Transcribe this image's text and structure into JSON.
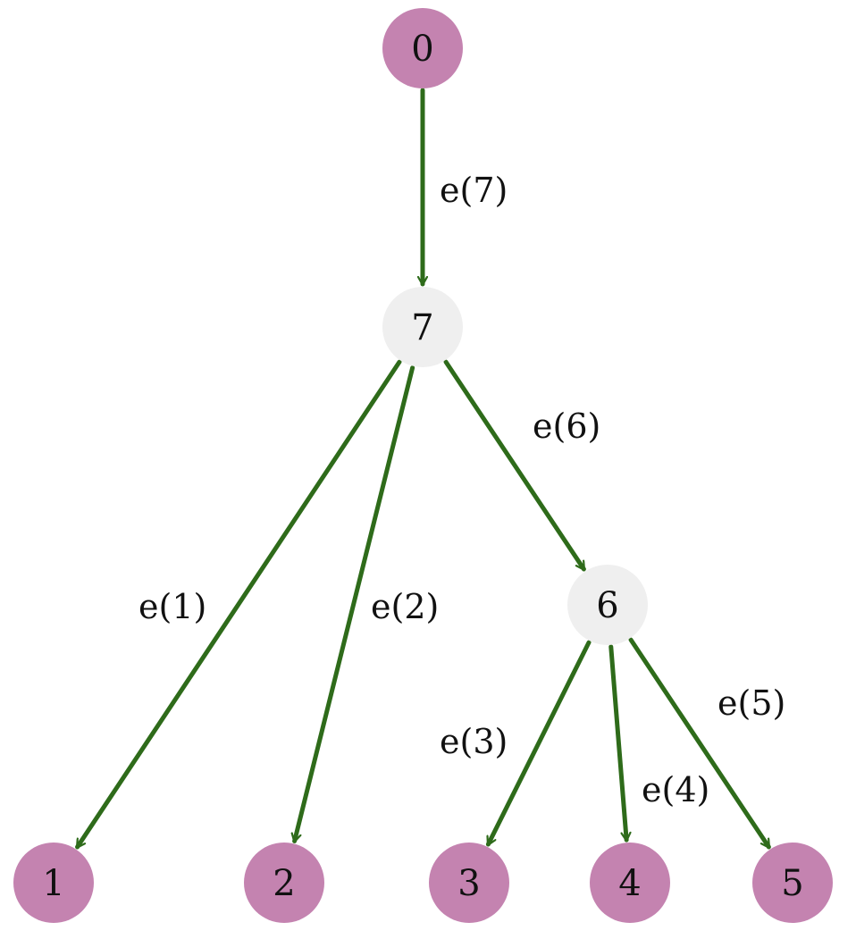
{
  "colors": {
    "leaf_fill": "#c483b0",
    "internal_fill": "#efefef",
    "edge_stroke": "#2e6b1a",
    "text": "#111111"
  },
  "nodes": [
    {
      "id": "0",
      "label": "0",
      "kind": "leaf"
    },
    {
      "id": "7",
      "label": "7",
      "kind": "internal"
    },
    {
      "id": "6",
      "label": "6",
      "kind": "internal"
    },
    {
      "id": "1",
      "label": "1",
      "kind": "leaf"
    },
    {
      "id": "2",
      "label": "2",
      "kind": "leaf"
    },
    {
      "id": "3",
      "label": "3",
      "kind": "leaf"
    },
    {
      "id": "4",
      "label": "4",
      "kind": "leaf"
    },
    {
      "id": "5",
      "label": "5",
      "kind": "leaf"
    }
  ],
  "edges": [
    {
      "from": "0",
      "to": "7",
      "label": "e(7)"
    },
    {
      "from": "7",
      "to": "1",
      "label": "e(1)"
    },
    {
      "from": "7",
      "to": "2",
      "label": "e(2)"
    },
    {
      "from": "7",
      "to": "6",
      "label": "e(6)"
    },
    {
      "from": "6",
      "to": "3",
      "label": "e(3)"
    },
    {
      "from": "6",
      "to": "4",
      "label": "e(4)"
    },
    {
      "from": "6",
      "to": "5",
      "label": "e(5)"
    }
  ]
}
